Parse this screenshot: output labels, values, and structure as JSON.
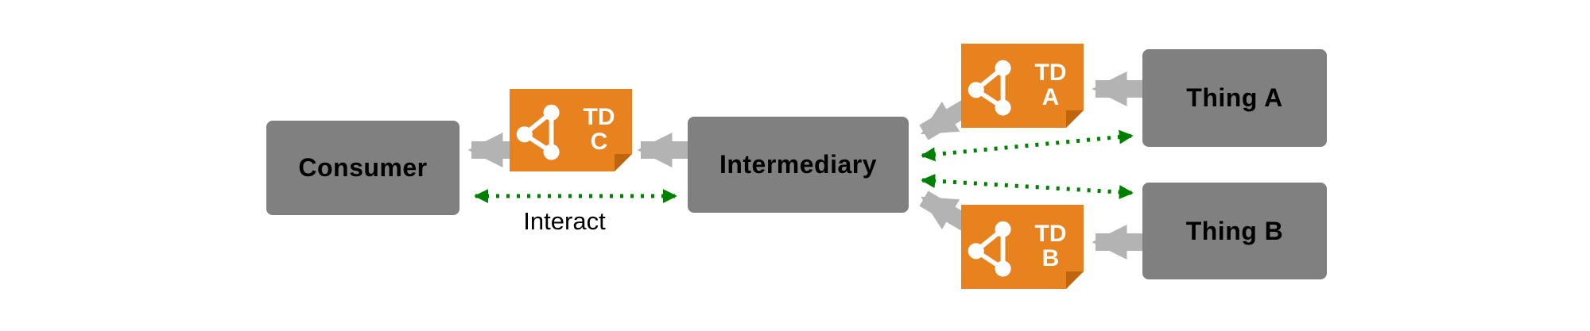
{
  "diagram": {
    "nodes": {
      "consumer": {
        "label": "Consumer"
      },
      "intermediary": {
        "label": "Intermediary"
      },
      "thing_a": {
        "label": "Thing A"
      },
      "thing_b": {
        "label": "Thing B"
      }
    },
    "td_documents": {
      "td_a": {
        "acronym": "TD",
        "letter": "A"
      },
      "td_b": {
        "acronym": "TD",
        "letter": "B"
      },
      "td_c": {
        "acronym": "TD",
        "letter": "C"
      }
    },
    "edge_labels": {
      "interact": "Interact"
    },
    "colors": {
      "background": "#ffffff",
      "node_fill": "#808080",
      "node_text": "#000000",
      "td_fill": "#e8821e",
      "td_fold": "#bf6510",
      "td_text": "#ffffff",
      "block_arrow": "#b3b3b3",
      "interaction_arrow": "#008000",
      "label_text": "#000000"
    }
  }
}
